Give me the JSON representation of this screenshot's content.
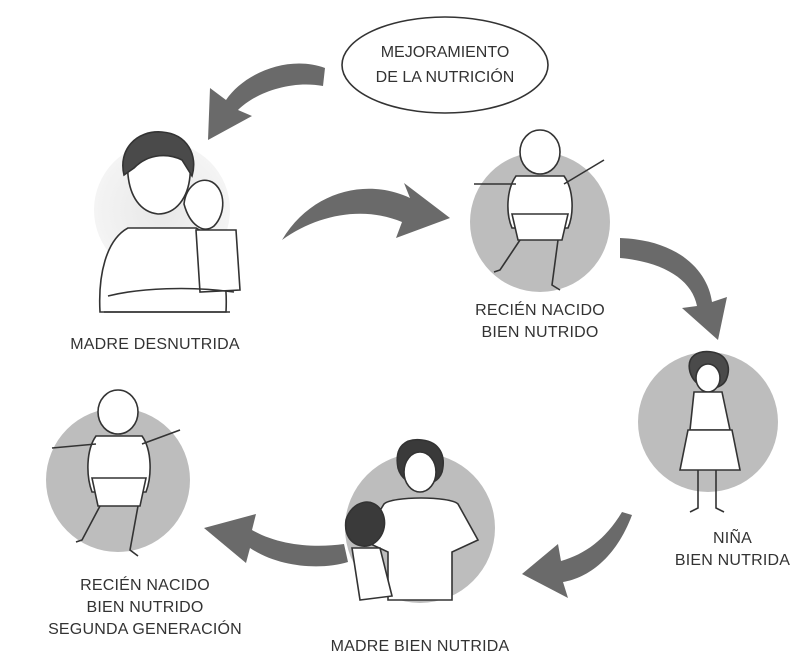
{
  "diagram": {
    "center_node": {
      "lines": [
        "MEJORAMIENTO",
        "DE LA NUTRICIÓN"
      ]
    },
    "stages": [
      {
        "id": "madre-desnutrida",
        "lines": [
          "MADRE DESNUTRIDA"
        ],
        "icon": "malnourished-mother-icon"
      },
      {
        "id": "recien-nacido",
        "lines": [
          "RECIÉN NACIDO",
          "BIEN NUTRIDO"
        ],
        "icon": "newborn-icon"
      },
      {
        "id": "nina",
        "lines": [
          "NIÑA",
          "BIEN NUTRIDA"
        ],
        "icon": "girl-icon"
      },
      {
        "id": "madre-bien-nutrida",
        "lines": [
          "MADRE BIEN NUTRIDA"
        ],
        "icon": "healthy-mother-icon"
      },
      {
        "id": "segunda-generacion",
        "lines": [
          "RECIÉN NACIDO",
          "BIEN NUTRIDO",
          "SEGUNDA GENERACIÓN"
        ],
        "icon": "newborn-second-generation-icon"
      }
    ],
    "colors": {
      "circle": "#bfbfbf",
      "circle_light": "#e0e0e0",
      "arrow": "#6a6a6a",
      "ink": "#333333"
    }
  }
}
